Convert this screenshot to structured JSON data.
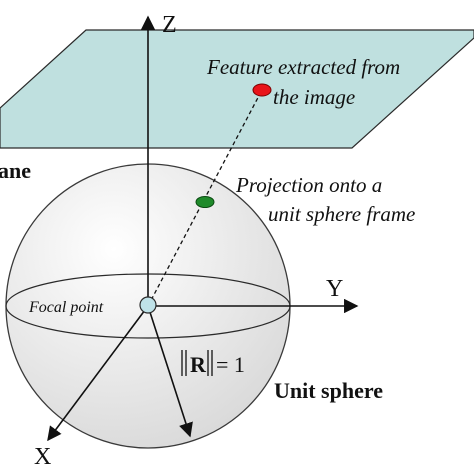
{
  "diagram": {
    "axes": {
      "z_label": "Z",
      "y_label": "Y",
      "x_label": "X"
    },
    "plane": {
      "label_fragment": "ane",
      "color": "#bfe0df"
    },
    "feature": {
      "line1": "Feature extracted from",
      "line2": "the image",
      "color": "#e8141a"
    },
    "projection": {
      "line1": "Projection onto a",
      "line2": "unit sphere frame",
      "color": "#1f8a2a"
    },
    "origin": {
      "label": "Focal point",
      "color": "#bfe2e8"
    },
    "radius": {
      "symbol": "R",
      "equation": "= 1"
    },
    "sphere": {
      "label": "Unit sphere",
      "color": "#dedede"
    }
  }
}
